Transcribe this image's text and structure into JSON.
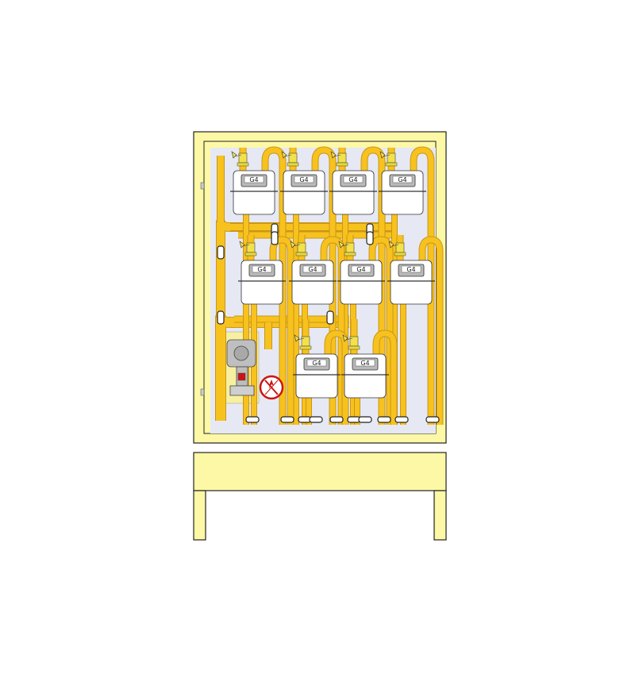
{
  "colors": {
    "cabinet_fill": "#fdf8a6",
    "cabinet_stroke": "#222222",
    "back_panel": "#e6e9f4",
    "pipe": "#f7c21e",
    "pipe_edge": "#c9961a",
    "meter_fill": "#ffffff",
    "display_fill": "#b9b9b9",
    "warning_red": "#cc1414",
    "valve_yellow": "#f2e14a"
  },
  "meters": [
    {
      "label": "G4"
    },
    {
      "label": "G4"
    },
    {
      "label": "G4"
    },
    {
      "label": "G4"
    },
    {
      "label": "G4"
    },
    {
      "label": "G4"
    },
    {
      "label": "G4"
    },
    {
      "label": "G4"
    },
    {
      "label": "G4"
    },
    {
      "label": "G4"
    }
  ],
  "icons": {
    "warning_sign": "no-open-flame-icon",
    "regulator": "gas-regulator-icon",
    "valve": "ball-valve-icon",
    "hinge": "door-hinge-icon"
  }
}
